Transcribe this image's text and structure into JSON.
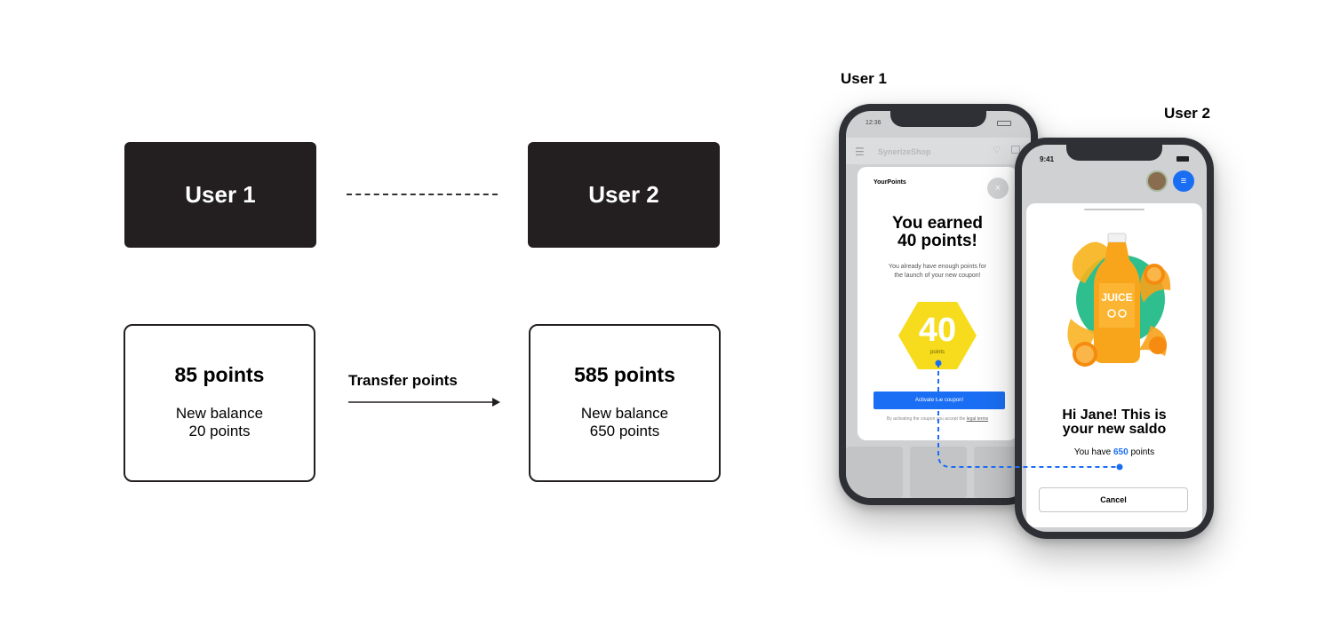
{
  "diagram": {
    "user1_label": "User 1",
    "user2_label": "User 2",
    "user1_points": "85 points",
    "user1_new_balance_label": "New balance",
    "user1_new_balance_value": "20 points",
    "user2_points": "585 points",
    "user2_new_balance_label": "New balance",
    "user2_new_balance_value": "650 points",
    "transfer_label": "Transfer points"
  },
  "captions": {
    "user1": "User 1",
    "user2": "User 2"
  },
  "phone1": {
    "status_time": "12:36",
    "shop_name": "SynerizeShop",
    "brand": "YourPoints",
    "close": "×",
    "title_line1": "You earned",
    "title_line2": "40 points!",
    "desc_line1": "You already have enough points for",
    "desc_line2": "the launch of your new coupon!",
    "badge_value": "40",
    "badge_unit": "points",
    "activate_button": "Activate the coupon!",
    "terms_prefix": "By activating the coupon you accept the",
    "terms_link": "legal terms",
    "badge_color": "#f7dc1d",
    "accent_color": "#1a6ef3"
  },
  "phone2": {
    "status_time": "9:41",
    "menu_icon": "≡",
    "title_line1": "Hi Jane! This is",
    "title_line2": "your new saldo",
    "have_prefix": "You have",
    "have_value": "650",
    "have_suffix": "points",
    "bottle_label": "JUICE",
    "cancel_button": "Cancel",
    "accent_color": "#1a6ef3"
  }
}
